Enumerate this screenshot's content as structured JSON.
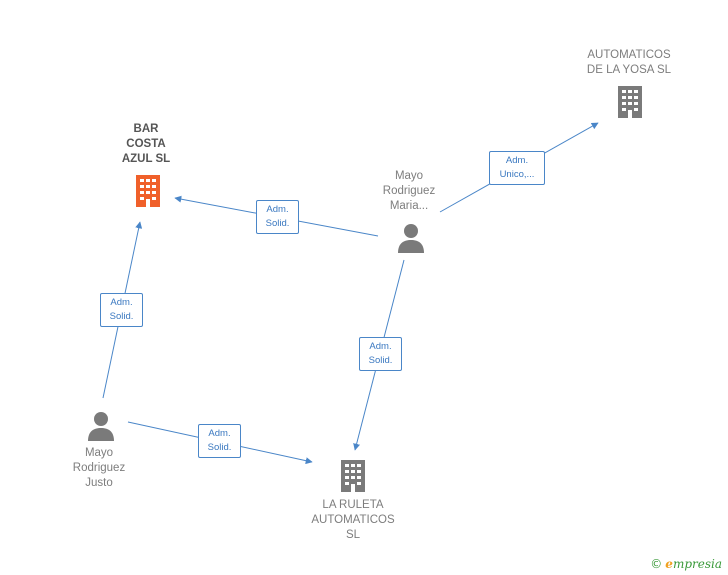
{
  "nodes": {
    "bar": {
      "label": "BAR\nCOSTA\nAZUL  SL",
      "type": "company",
      "color": "#f0602a"
    },
    "yosa": {
      "label": "AUTOMATICOS\nDE LA YOSA SL",
      "type": "company",
      "color": "#7a7a7a"
    },
    "ruleta": {
      "label": "LA RULETA\nAUTOMATICOS\nSL",
      "type": "company",
      "color": "#7a7a7a"
    },
    "maria": {
      "label": "Mayo\nRodriguez\nMaria...",
      "type": "person",
      "color": "#7a7a7a"
    },
    "justo": {
      "label": "Mayo\nRodriguez\nJusto",
      "type": "person",
      "color": "#7a7a7a"
    }
  },
  "edges": [
    {
      "id": "maria-bar",
      "line1": "Adm.",
      "line2": "Solid."
    },
    {
      "id": "maria-yosa",
      "line1": "Adm.",
      "line2": "Unico,..."
    },
    {
      "id": "justo-bar",
      "line1": "Adm.",
      "line2": "Solid."
    },
    {
      "id": "maria-ruleta",
      "line1": "Adm.",
      "line2": "Solid."
    },
    {
      "id": "justo-ruleta",
      "line1": "Adm.",
      "line2": "Solid."
    }
  ],
  "brand": {
    "copyright": "©",
    "first": "e",
    "rest": "mpresia"
  },
  "colors": {
    "edge": "#4a86c8",
    "accent_company": "#f0602a",
    "neutral": "#7a7a7a"
  }
}
